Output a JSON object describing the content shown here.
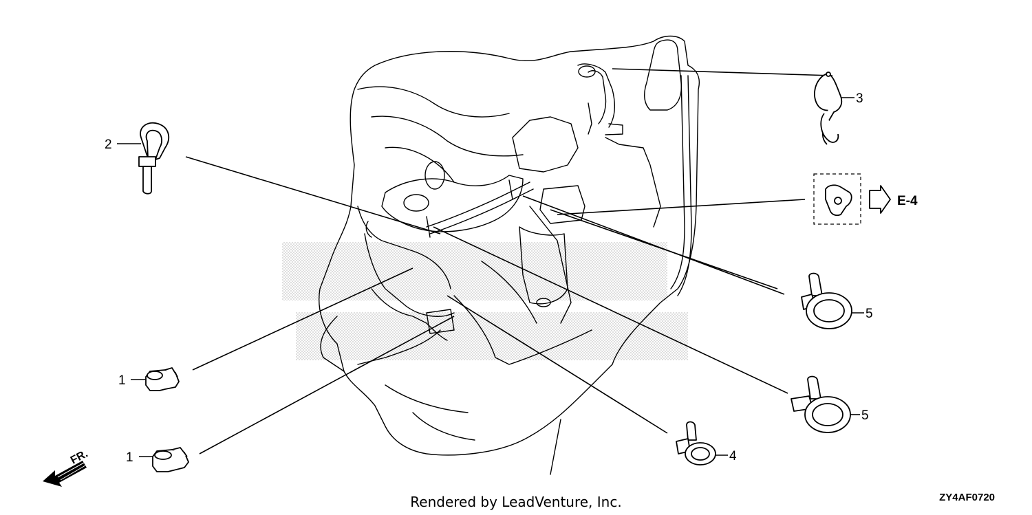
{
  "watermark": {
    "line1": "LEADVENTURE",
    "line2": "LEADVENTURE"
  },
  "callouts": [
    {
      "id": "c1a",
      "label": "1"
    },
    {
      "id": "c1b",
      "label": "1"
    },
    {
      "id": "c2",
      "label": "2"
    },
    {
      "id": "c3",
      "label": "3"
    },
    {
      "id": "c4",
      "label": "4"
    },
    {
      "id": "c5a",
      "label": "5"
    },
    {
      "id": "c5b",
      "label": "5"
    }
  ],
  "reference": {
    "label": "E-4"
  },
  "direction": {
    "label": "FR."
  },
  "footer": {
    "credit": "Rendered by LeadVenture, Inc.",
    "diagram_code": "ZY4AF0720"
  },
  "icons": {
    "direction_arrow": "arrow-front-icon",
    "reference_arrow": "outline-arrow-right-icon"
  }
}
